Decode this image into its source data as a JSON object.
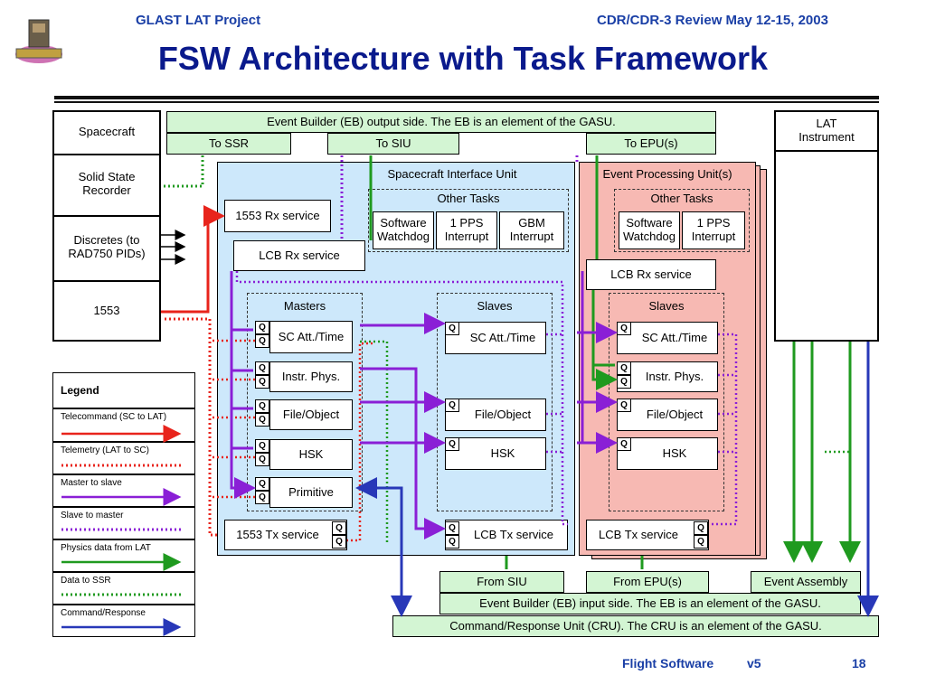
{
  "header": {
    "left": "GLAST LAT Project",
    "right": "CDR/CDR-3 Review May 12-15, 2003"
  },
  "title": "FSW Architecture with Task Framework",
  "footer": {
    "left": "Flight Software",
    "version": "v5",
    "page": "18"
  },
  "spacecraft": {
    "title": "Spacecraft",
    "ssr": "Solid State Recorder",
    "discretes": "Discretes (to RAD750 PIDs)",
    "bus1553": "1553"
  },
  "lat": {
    "title": "LAT Instrument"
  },
  "eb_out": {
    "title": "Event Builder (EB) output side.  The EB is an element of the GASU.",
    "to_ssr": "To SSR",
    "to_siu": "To SIU",
    "to_epu": "To EPU(s)"
  },
  "eb_in": {
    "title": "Event Builder (EB) input side.  The EB is an element of the GASU.",
    "from_siu": "From SIU",
    "from_epu": "From EPU(s)",
    "assembly": "Event Assembly"
  },
  "cru": "Command/Response Unit (CRU).  The CRU is an element of the GASU.",
  "siu": {
    "title": "Spacecraft Interface Unit",
    "other_tasks": "Other Tasks",
    "sw_watchdog": "Software Watchdog",
    "pps": "1 PPS Interrupt",
    "gbm": "GBM Interrupt",
    "rx1553": "1553 Rx service",
    "lcb_rx": "LCB Rx service",
    "masters": "Masters",
    "slaves": "Slaves",
    "master_tasks": [
      "SC Att./Time",
      "Instr. Phys.",
      "File/Object",
      "HSK",
      "Primitive"
    ],
    "slave_tasks": [
      "SC Att./Time",
      "File/Object",
      "HSK"
    ],
    "tx1553": "1553 Tx service",
    "lcb_tx": "LCB Tx service"
  },
  "epu": {
    "title": "Event Processing Unit(s)",
    "other_tasks": "Other Tasks",
    "sw_watchdog": "Software Watchdog",
    "pps": "1 PPS Interrupt",
    "lcb_rx": "LCB Rx service",
    "slaves": "Slaves",
    "slave_tasks": [
      "SC Att./Time",
      "Instr. Phys.",
      "File/Object",
      "HSK"
    ],
    "lcb_tx": "LCB Tx service"
  },
  "q": "Q",
  "legend": {
    "title": "Legend",
    "items": [
      {
        "label": "Telecommand (SC to LAT)",
        "color": "#e8241c",
        "style": "solid"
      },
      {
        "label": "Telemetry (LAT to SC)",
        "color": "#e8241c",
        "style": "dotted"
      },
      {
        "label": "Master to slave",
        "color": "#8a1fd6",
        "style": "solid"
      },
      {
        "label": "Slave to master",
        "color": "#8a1fd6",
        "style": "dotted"
      },
      {
        "label": "Physics data from LAT",
        "color": "#1f9a1f",
        "style": "solid"
      },
      {
        "label": "Data to SSR",
        "color": "#1f9a1f",
        "style": "dotted"
      },
      {
        "label": "Command/Response",
        "color": "#2838b8",
        "style": "solid"
      }
    ]
  }
}
